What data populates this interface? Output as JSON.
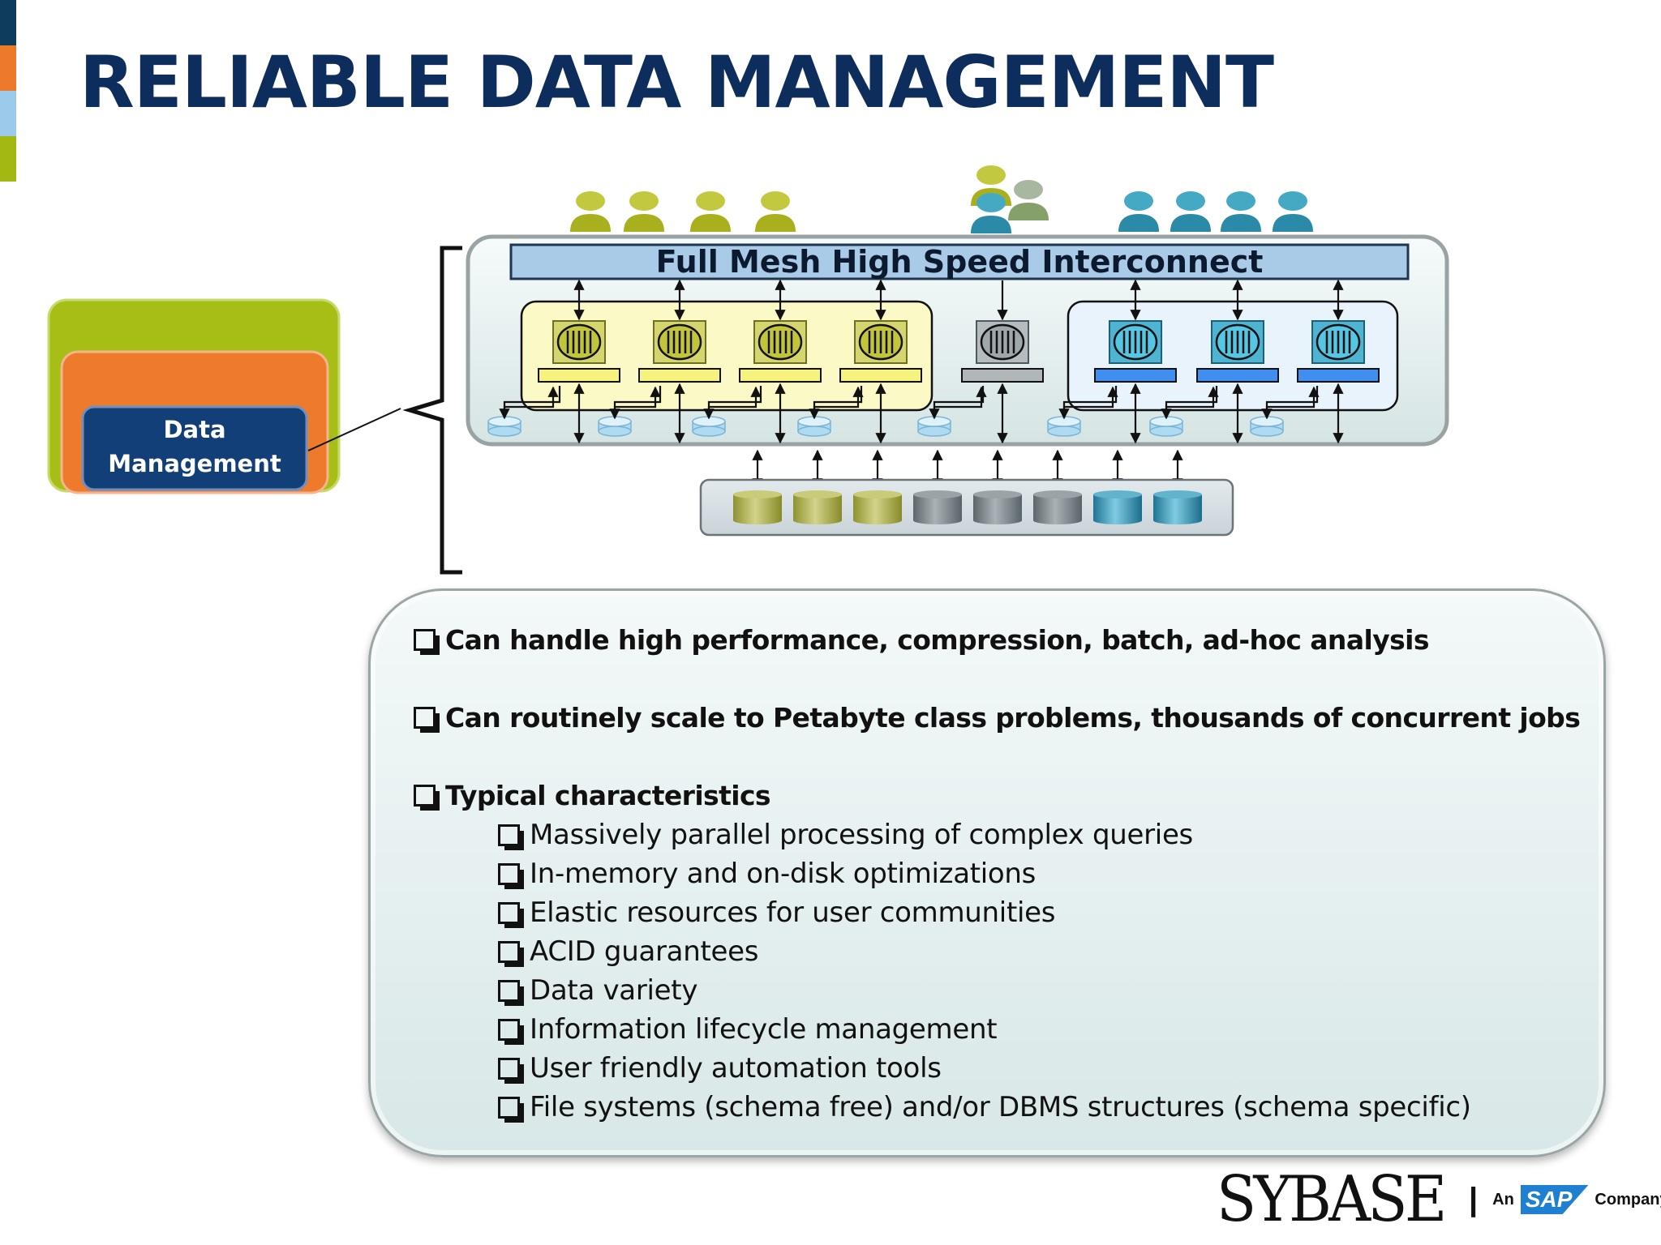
{
  "title": "RELIABLE DATA MANAGEMENT",
  "accent_colors": [
    "#0e3c5c",
    "#ec7a2a",
    "#9ccaea",
    "#a3b813"
  ],
  "stack": {
    "label_line1": "Data",
    "label_line2": "Management",
    "outer_color": "#a6be16",
    "middle_color": "#ee7b2b",
    "inner_color": "#123f78"
  },
  "diagram": {
    "interconnect_label": "Full Mesh High Speed Interconnect",
    "group_colors": {
      "green": "#b3ba3a",
      "gray": "#808a8e",
      "blue": "#3aa0c3"
    },
    "user_icon": "person-icon",
    "server_icon": "server-icon",
    "disk_icon": "disk-cylinder-icon"
  },
  "bullets": {
    "main": [
      "Can handle high performance, compression, batch, ad-hoc analysis",
      "Can routinely scale to Petabyte class problems, thousands of concurrent jobs",
      "Typical characteristics"
    ],
    "sub": [
      "Massively parallel processing of complex queries",
      "In-memory and on-disk optimizations",
      "Elastic resources for user communities",
      "ACID guarantees",
      "Data variety",
      "Information lifecycle management",
      "User friendly automation tools",
      "File systems (schema free) and/or DBMS structures (schema specific)"
    ]
  },
  "logo": {
    "brand": "SYBASE",
    "divider": "|",
    "an": "An",
    "sap": "SAP",
    "company": "Company"
  }
}
